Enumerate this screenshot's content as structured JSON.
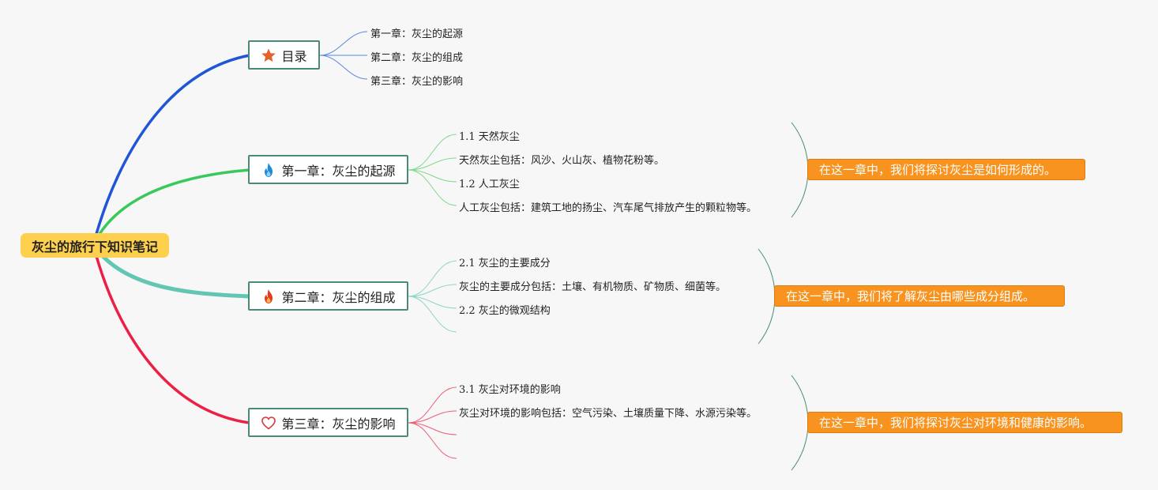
{
  "root": {
    "label": "灰尘的旅行下知识笔记"
  },
  "branches": [
    {
      "label": "目录",
      "icon": "star-icon",
      "color": "#1f55d6",
      "leaf_color": "#5a86e0",
      "leaves": [
        "第一章：灰尘的起源",
        "第二章：灰尘的组成",
        "第三章：灰尘的影响"
      ],
      "summary": ""
    },
    {
      "label": "第一章：灰尘的起源",
      "icon": "blue-flame-icon",
      "color": "#38c95a",
      "leaf_color": "#7fd98f",
      "leaves": [
        "1.1 天然灰尘",
        "天然灰尘包括：风沙、火山灰、植物花粉等。",
        "1.2 人工灰尘",
        "人工灰尘包括：建筑工地的扬尘、汽车尾气排放产生的颗粒物等。"
      ],
      "summary": "在这一章中，我们将探讨灰尘是如何形成的。"
    },
    {
      "label": "第二章：灰尘的组成",
      "icon": "red-flame-icon",
      "color": "#62c6b2",
      "leaf_color": "#8ed6c4",
      "leaves": [
        "2.1 灰尘的主要成分",
        "灰尘的主要成分包括：土壤、有机物质、矿物质、细菌等。",
        "2.2 灰尘的微观结构",
        ""
      ],
      "summary": "在这一章中，我们将了解灰尘由哪些成分组成。"
    },
    {
      "label": "第三章：灰尘的影响",
      "icon": "heart-icon",
      "color": "#ec1f45",
      "leaf_color": "#ec5d78",
      "leaves": [
        "3.1 灰尘对环境的影响",
        "灰尘对环境的影响包括：空气污染、土壤质量下降、水源污染等。",
        "",
        ""
      ],
      "summary": "在这一章中，我们将探讨灰尘对环境和健康的影响。"
    }
  ],
  "colors": {
    "root_bg": "#ffd04d",
    "summary_bg": "#f7931e",
    "node_border": "#4a8a7a",
    "bracket": "#4a8a7a"
  }
}
